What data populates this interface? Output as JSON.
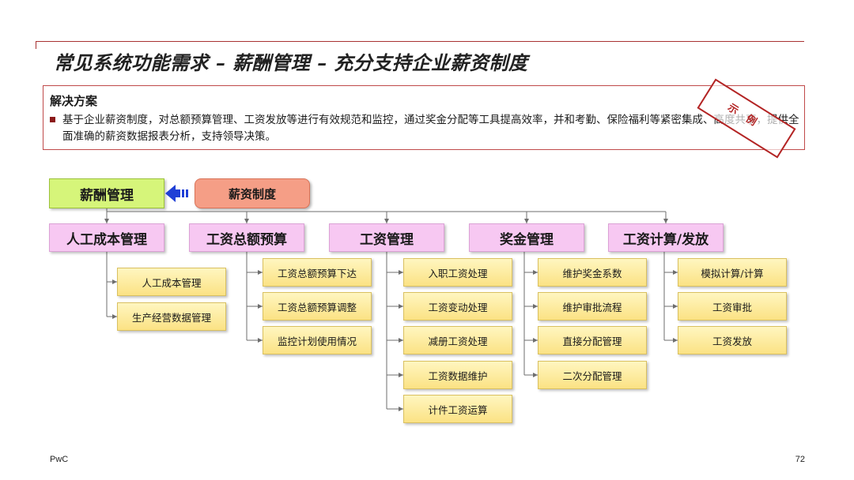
{
  "title": "常见系统功能需求 – 薪酬管理 – 充分支持企业薪资制度",
  "solution": {
    "heading": "解决方案",
    "text": "基于企业薪资制度，对总额预算管理、工资发放等进行有效规范和监控，通过奖金分配等工具提高效率，并和考勤、保险福利等紧密集成、高度共享，提供全面准确的薪资数据报表分析，支持领导决策。"
  },
  "stamp": "示例",
  "diagram": {
    "root": "薪酬管理",
    "source": "薪资制度",
    "categories": [
      {
        "label": "人工成本管理",
        "items": [
          "人工成本管理",
          "生产经营数据管理"
        ]
      },
      {
        "label": "工资总额预算",
        "items": [
          "工资总额预算下达",
          "工资总额预算调整",
          "监控计划使用情况"
        ]
      },
      {
        "label": "工资管理",
        "items": [
          "入职工资处理",
          "工资变动处理",
          "减册工资处理",
          "工资数据维护",
          "计件工资运算"
        ]
      },
      {
        "label": "奖金管理",
        "items": [
          "维护奖金系数",
          "维护审批流程",
          "直接分配管理",
          "二次分配管理"
        ]
      },
      {
        "label": "工资计算/发放",
        "items": [
          "模拟计算/计算",
          "工资审批",
          "工资发放"
        ]
      }
    ]
  },
  "colors": {
    "accent": "#a83232",
    "root_fill": "#d6f57a",
    "source_fill": "#f59e86",
    "category_fill": "#f7c8f2",
    "leaf_fill": "#fbe284",
    "arrow": "#1f3fd6"
  },
  "footer": {
    "brand": "PwC",
    "page": "72"
  }
}
